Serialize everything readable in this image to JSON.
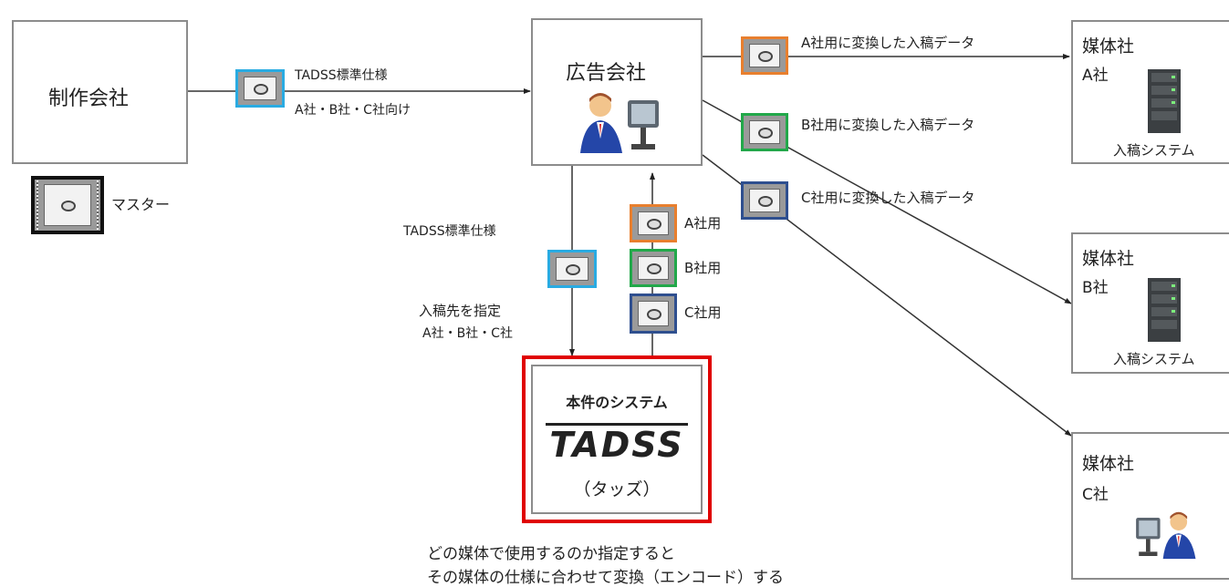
{
  "colors": {
    "line": "#333333",
    "box_border": "#8c8c8c",
    "tadss_border": "#e00000",
    "film_light_blue": "#29abe2",
    "film_orange": "#e87f2e",
    "film_green": "#22a84a",
    "film_navy": "#2f4f8f",
    "film_black": "#111111"
  },
  "nodes": {
    "production": "制作会社",
    "agency": "広告会社",
    "media_a": {
      "name": "媒体社",
      "company": "A社",
      "system": "入稿システム"
    },
    "media_b": {
      "name": "媒体社",
      "company": "B社",
      "system": "入稿システム"
    },
    "media_c": {
      "name": "媒体社",
      "company": "C社"
    },
    "tadss": {
      "title": "本件のシステム",
      "logo": "TADSS",
      "reading": "（タッズ）"
    }
  },
  "labels": {
    "master": "マスター",
    "spec_top_1": "TADSS標準仕様",
    "spec_top_2": "A社・B社・C社向け",
    "spec_down": "TADSS標準仕様",
    "dest_1": "入稿先を指定",
    "dest_2": "A社・B社・C社",
    "up_a": "A社用",
    "up_b": "B社用",
    "up_c": "C社用",
    "conv_a": "A社用に変換した入稿データ",
    "conv_b": "B社用に変換した入稿データ",
    "conv_c": "C社用に変換した入稿データ"
  },
  "caption": {
    "line1": "どの媒体で使用するのか指定すると",
    "line2": "その媒体の仕様に合わせて変換（エンコード）する"
  },
  "icons": [
    "film-icon",
    "person-at-computer-icon",
    "server-icon"
  ]
}
